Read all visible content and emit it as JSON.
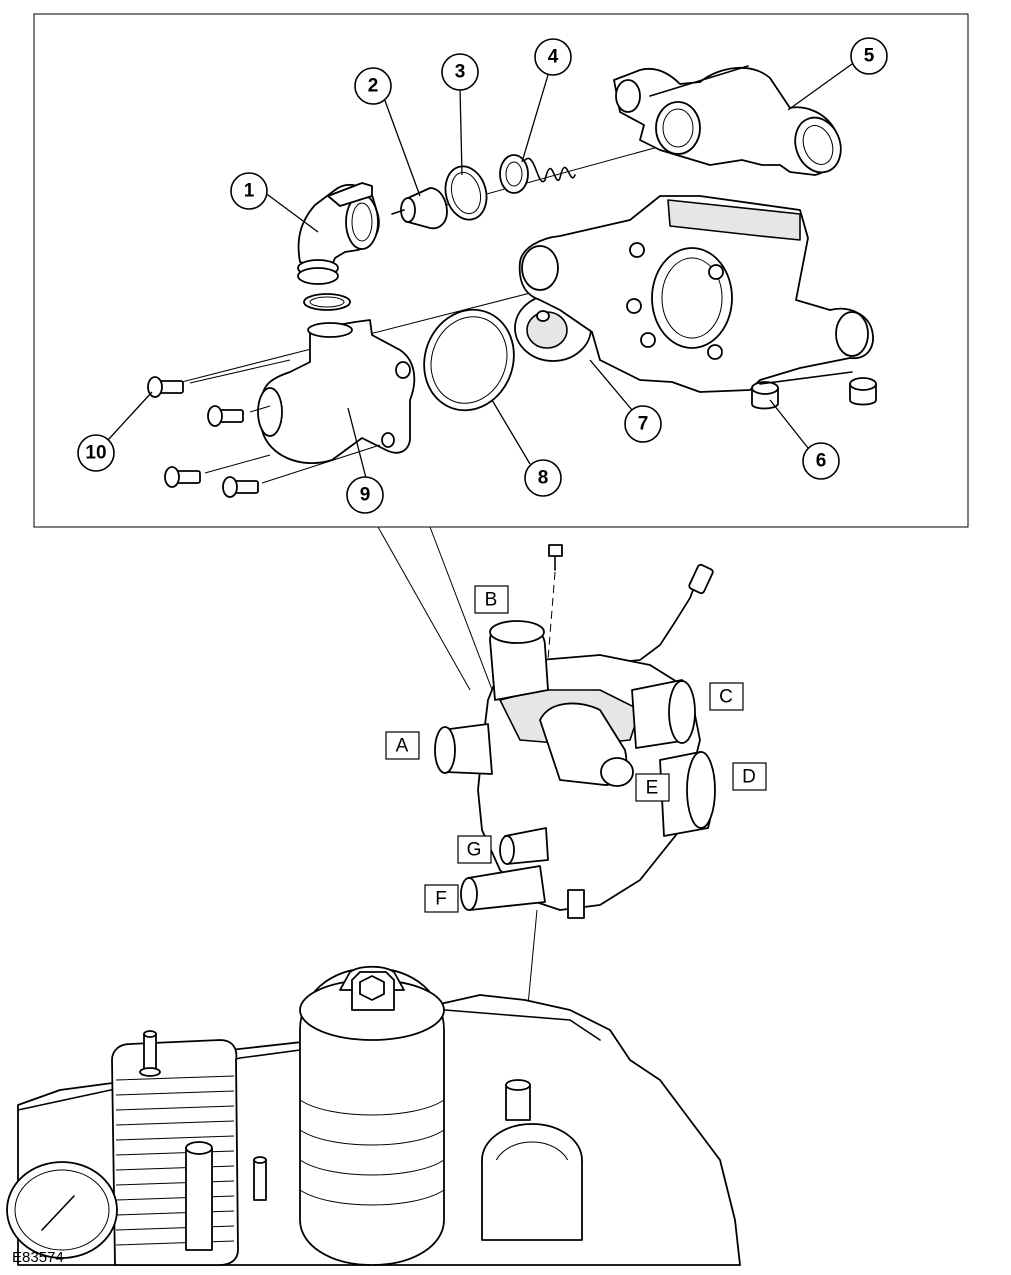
{
  "callouts": [
    "1",
    "2",
    "3",
    "4",
    "5",
    "6",
    "7",
    "8",
    "9",
    "10"
  ],
  "letters": [
    "A",
    "B",
    "C",
    "D",
    "E",
    "F",
    "G"
  ],
  "figure_ref": "E83574"
}
